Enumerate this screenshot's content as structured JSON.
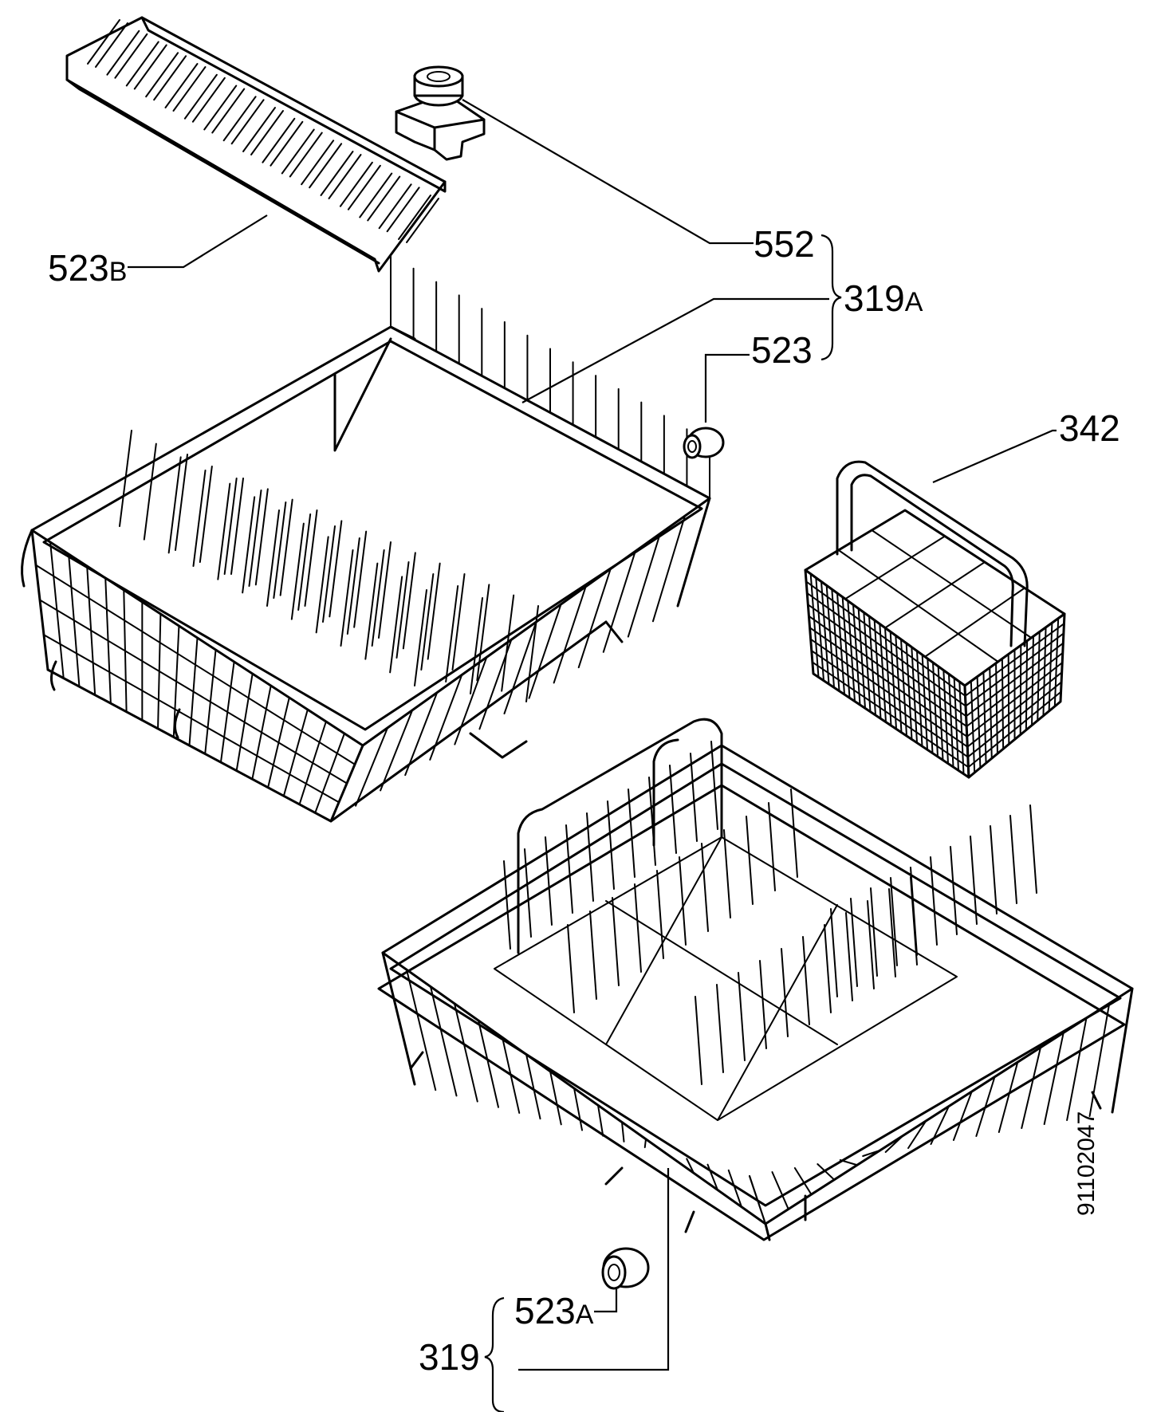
{
  "callouts": {
    "l523b": {
      "num": "523",
      "suffix": "B"
    },
    "l552": {
      "num": "552",
      "suffix": ""
    },
    "l319a": {
      "num": "319",
      "suffix": "A"
    },
    "l523": {
      "num": "523",
      "suffix": ""
    },
    "l342": {
      "num": "342",
      "suffix": ""
    },
    "l523a": {
      "num": "523",
      "suffix": "A"
    },
    "l319": {
      "num": "319",
      "suffix": ""
    }
  },
  "drawing_number": "91102047",
  "parts": [
    {
      "id": "cup-rack-insert",
      "label": "523B"
    },
    {
      "id": "wheel-bracket",
      "label": "552"
    },
    {
      "id": "upper-basket",
      "label": "319A"
    },
    {
      "id": "upper-basket-wheel",
      "label": "523"
    },
    {
      "id": "cutlery-basket",
      "label": "342"
    },
    {
      "id": "lower-basket",
      "label": "319"
    },
    {
      "id": "lower-basket-wheel",
      "label": "523A"
    }
  ]
}
